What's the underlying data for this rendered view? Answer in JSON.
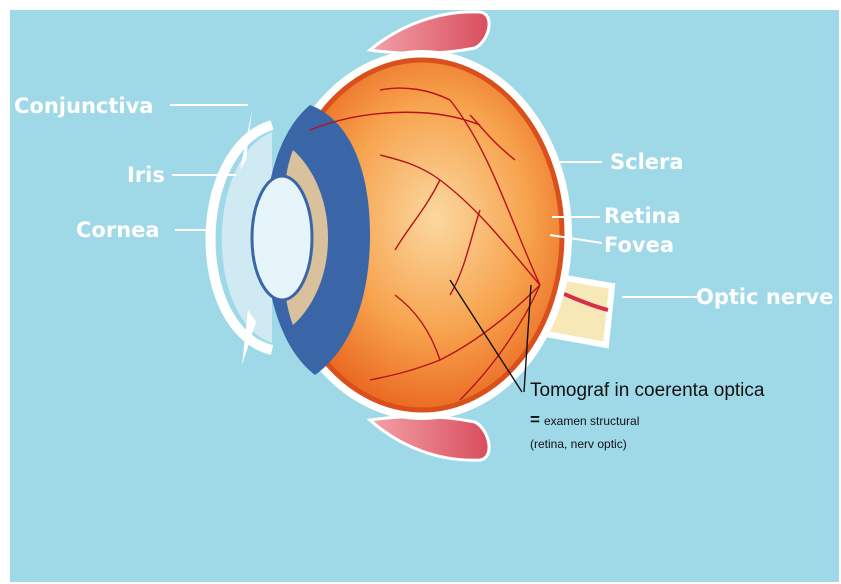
{
  "labels": {
    "conjunctiva": "Conjunctiva",
    "iris": "Iris",
    "cornea": "Cornea",
    "sclera": "Sclera",
    "retina": "Retina",
    "fovea": "Fovea",
    "optic_nerve": "Optic nerve"
  },
  "annotation": {
    "title": "Tomograf in coerenta optica",
    "eq_sign": "=",
    "line1": "examen structural",
    "line2": "(retina, nerv optic)"
  },
  "colors": {
    "background": "#9fd9e8",
    "sclera": "#ffffff",
    "eyeball": "#f47b23",
    "iris": "#3a66a8",
    "lens": "#dff1f7",
    "muscle": "#e26673",
    "vessel": "#b5121b",
    "optic_nerve": "#f6e9b7"
  }
}
